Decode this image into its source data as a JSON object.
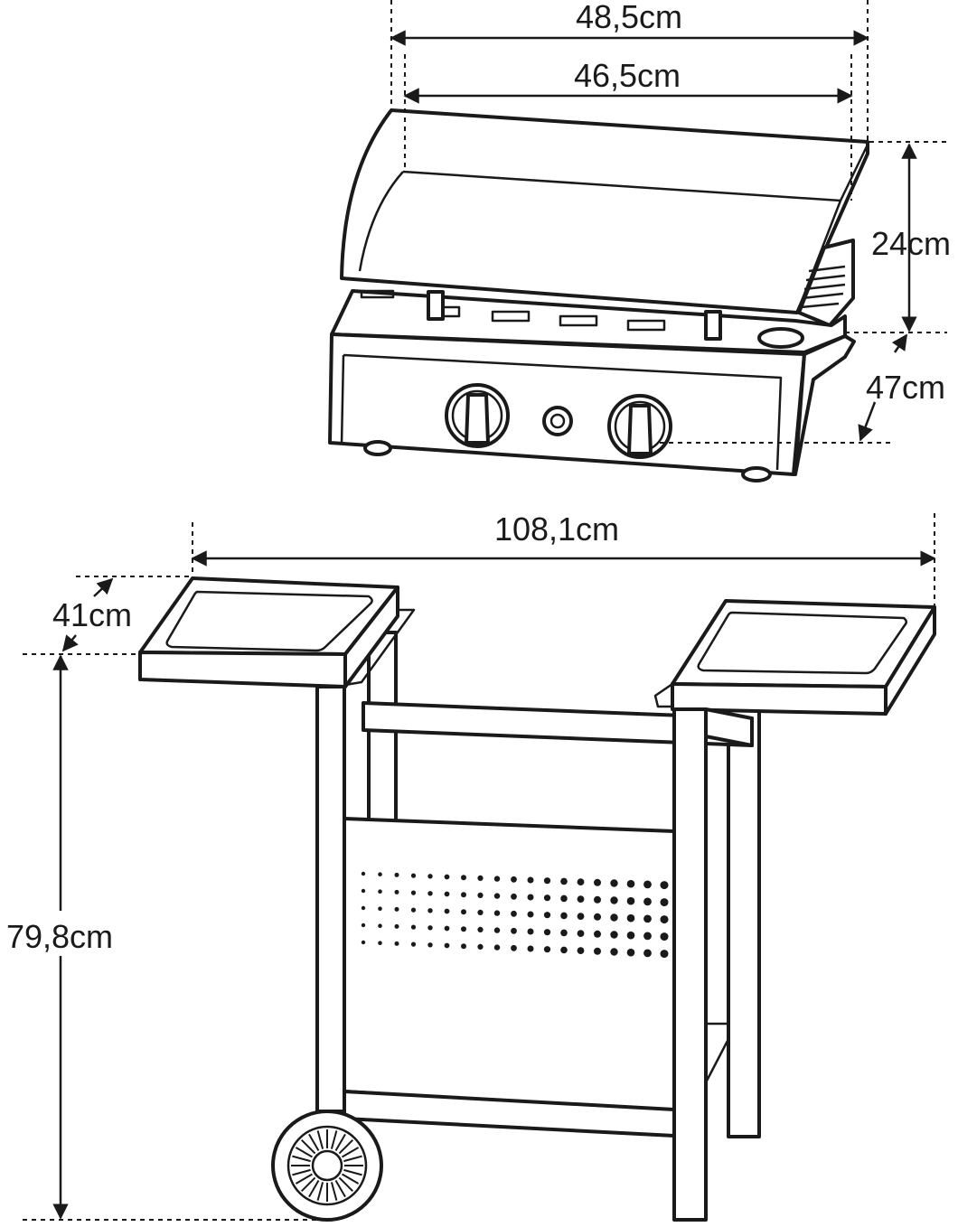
{
  "dimensions": {
    "grill_outer_width": "48,5cm",
    "grill_inner_width": "46,5cm",
    "lid_height": "24cm",
    "grill_depth": "47cm",
    "cart_total_width": "108,1cm",
    "shelf_depth": "41cm",
    "cart_height": "79,8cm"
  },
  "colors": {
    "line": "#1a1a1a",
    "background": "#ffffff"
  },
  "icons": {
    "control_knob": "knob-icon",
    "igniter": "igniter-button-icon",
    "wheel": "wheel-icon"
  }
}
